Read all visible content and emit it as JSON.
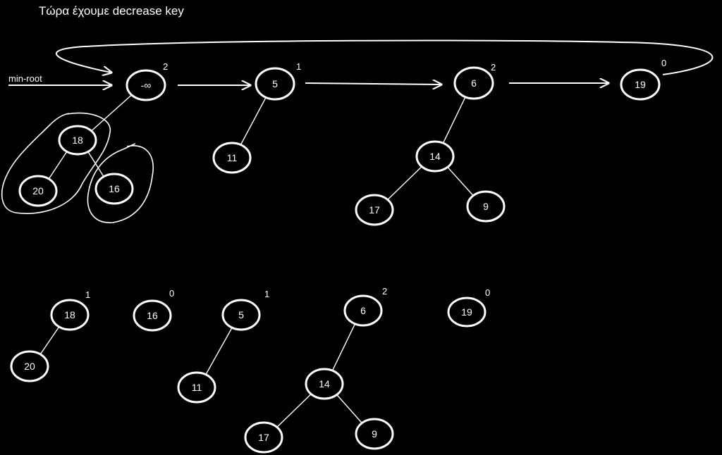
{
  "title": "Τώρα έχουμε decrease key",
  "pointer_label": "min-root",
  "colors": {
    "background": "#000000",
    "foreground": "#ffffff"
  },
  "top_heap": {
    "nodes": [
      {
        "id": "t_neg",
        "label": "-∞",
        "degree": "2"
      },
      {
        "id": "t_5",
        "label": "5",
        "degree": "1"
      },
      {
        "id": "t_6",
        "label": "6",
        "degree": "2"
      },
      {
        "id": "t_19",
        "label": "19",
        "degree": "0"
      },
      {
        "id": "t_18",
        "label": "18"
      },
      {
        "id": "t_20",
        "label": "20"
      },
      {
        "id": "t_16",
        "label": "16"
      },
      {
        "id": "t_11",
        "label": "11"
      },
      {
        "id": "t_14",
        "label": "14"
      },
      {
        "id": "t_17",
        "label": "17"
      },
      {
        "id": "t_9",
        "label": "9"
      }
    ]
  },
  "bottom_heap": {
    "nodes": [
      {
        "id": "b_18",
        "label": "18",
        "degree": "1"
      },
      {
        "id": "b_20",
        "label": "20"
      },
      {
        "id": "b_16",
        "label": "16",
        "degree": "0"
      },
      {
        "id": "b_5",
        "label": "5",
        "degree": "1"
      },
      {
        "id": "b_11",
        "label": "11"
      },
      {
        "id": "b_6",
        "label": "6",
        "degree": "2"
      },
      {
        "id": "b_14",
        "label": "14"
      },
      {
        "id": "b_17",
        "label": "17"
      },
      {
        "id": "b_9",
        "label": "9"
      },
      {
        "id": "b_19",
        "label": "19",
        "degree": "0"
      }
    ]
  }
}
